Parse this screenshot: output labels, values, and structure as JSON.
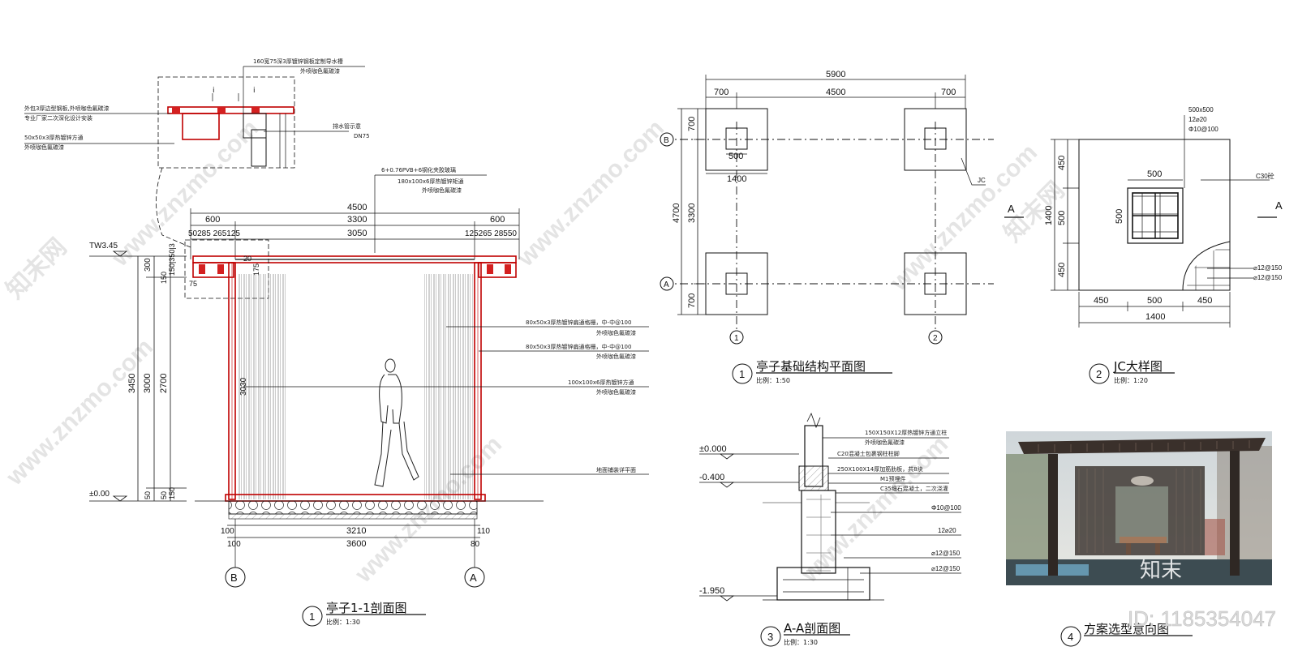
{
  "watermarks": {
    "site": "www.znzmo.com",
    "brand": "知末网",
    "logo": "知末",
    "id": "ID: 1185354047"
  },
  "section_1_1": {
    "title": "亭子1-1剖面图",
    "scale": "比例：1:30",
    "num": "1",
    "dims_top": [
      "4500",
      "600",
      "3300",
      "600",
      "3050"
    ],
    "dims_top_small_left": "50285 265125",
    "dims_top_small_right": "125265 28550",
    "dims_left": [
      "3450",
      "300",
      "3000",
      "2700",
      "150",
      "50",
      "50",
      "150"
    ],
    "dims_left_small": "150|350|3",
    "dim_75": "75",
    "dim_175": "175",
    "dim_20": "20",
    "dim_3030": "3030",
    "dims_bottom": [
      "100",
      "3210",
      "110",
      "100",
      "3600",
      "80"
    ],
    "levels": [
      "TW3.45",
      "±0.00"
    ],
    "axes": [
      "B",
      "A"
    ],
    "labels": {
      "gutter": "160宽75深3厚镀锌钢板定制导水槽",
      "gutter_2": "外喷咖色氟碳漆",
      "edge": "外包3厚边型钢板,外喷咖色氟碳漆",
      "edge_2": "专业厂家二次深化设计安装",
      "tube": "50x50x3厚热镀锌方通",
      "tube_2": "外喷咖色氟碳漆",
      "drain": "排水管示意",
      "drain_2": "DN75",
      "glass": "6+0.76PVB+6钢化夹胶玻璃",
      "beam": "180x100x6厚热镀锌矩通",
      "beam_2": "外喷咖色氟碳漆",
      "grille1": "80x50x3厚热镀锌扁通格栅，中-中@100",
      "grille1_2": "外喷咖色氟碳漆",
      "grille2": "80x50x3厚热镀锌扁通格栅，中-中@100",
      "grille2_2": "外喷咖色氟碳漆",
      "column": "100x100x6厚热镀锌方通",
      "column_2": "外喷咖色氟碳漆",
      "floor": "地面铺装详平面"
    }
  },
  "foundation_plan": {
    "title": "亭子基础结构平面图",
    "scale": "比例：1:50",
    "num": "1",
    "dims_top": [
      "5900",
      "700",
      "4500",
      "700"
    ],
    "dims_left": [
      "700",
      "4700",
      "3300",
      "700"
    ],
    "dims_inner": [
      "500",
      "1400"
    ],
    "axes_row": [
      "B",
      "A"
    ],
    "axes_col": [
      "1",
      "2"
    ],
    "tag": "JC"
  },
  "jc_detail": {
    "title": "JC大样图",
    "scale": "比例：1:20",
    "num": "2",
    "spec": [
      "500x500",
      "12⌀20",
      "Φ10@100"
    ],
    "concrete": "C30砼",
    "dim_top": "500",
    "dims_left": [
      "450",
      "1400",
      "500",
      "450"
    ],
    "dim_inner_v": "500",
    "dims_bottom": [
      "450",
      "500",
      "450",
      "1400"
    ],
    "rebar": [
      "⌀12@150",
      "⌀12@150"
    ],
    "section_mark": "A"
  },
  "section_a_a": {
    "title": "A-A剖面图",
    "scale": "比例：1:30",
    "num": "3",
    "levels": [
      "±0.000",
      "-0.400",
      "-1.950"
    ],
    "labels": {
      "col": "150X150X12厚热镀锌方通立柱",
      "col_2": "外喷咖色氟碳漆",
      "c20": "C20混凝土包裹钢柱柱脚",
      "plate": "250X100X14厚加筋肋板，共8块",
      "m1": "M1预埋件",
      "c35": "C35细石混凝土，二次浇灌",
      "r1": "Φ10@100",
      "r2": "12⌀20",
      "r3": "⌀12@150",
      "r4": "⌀12@150"
    }
  },
  "concept": {
    "title": "方案选型意向图",
    "num": "4"
  }
}
